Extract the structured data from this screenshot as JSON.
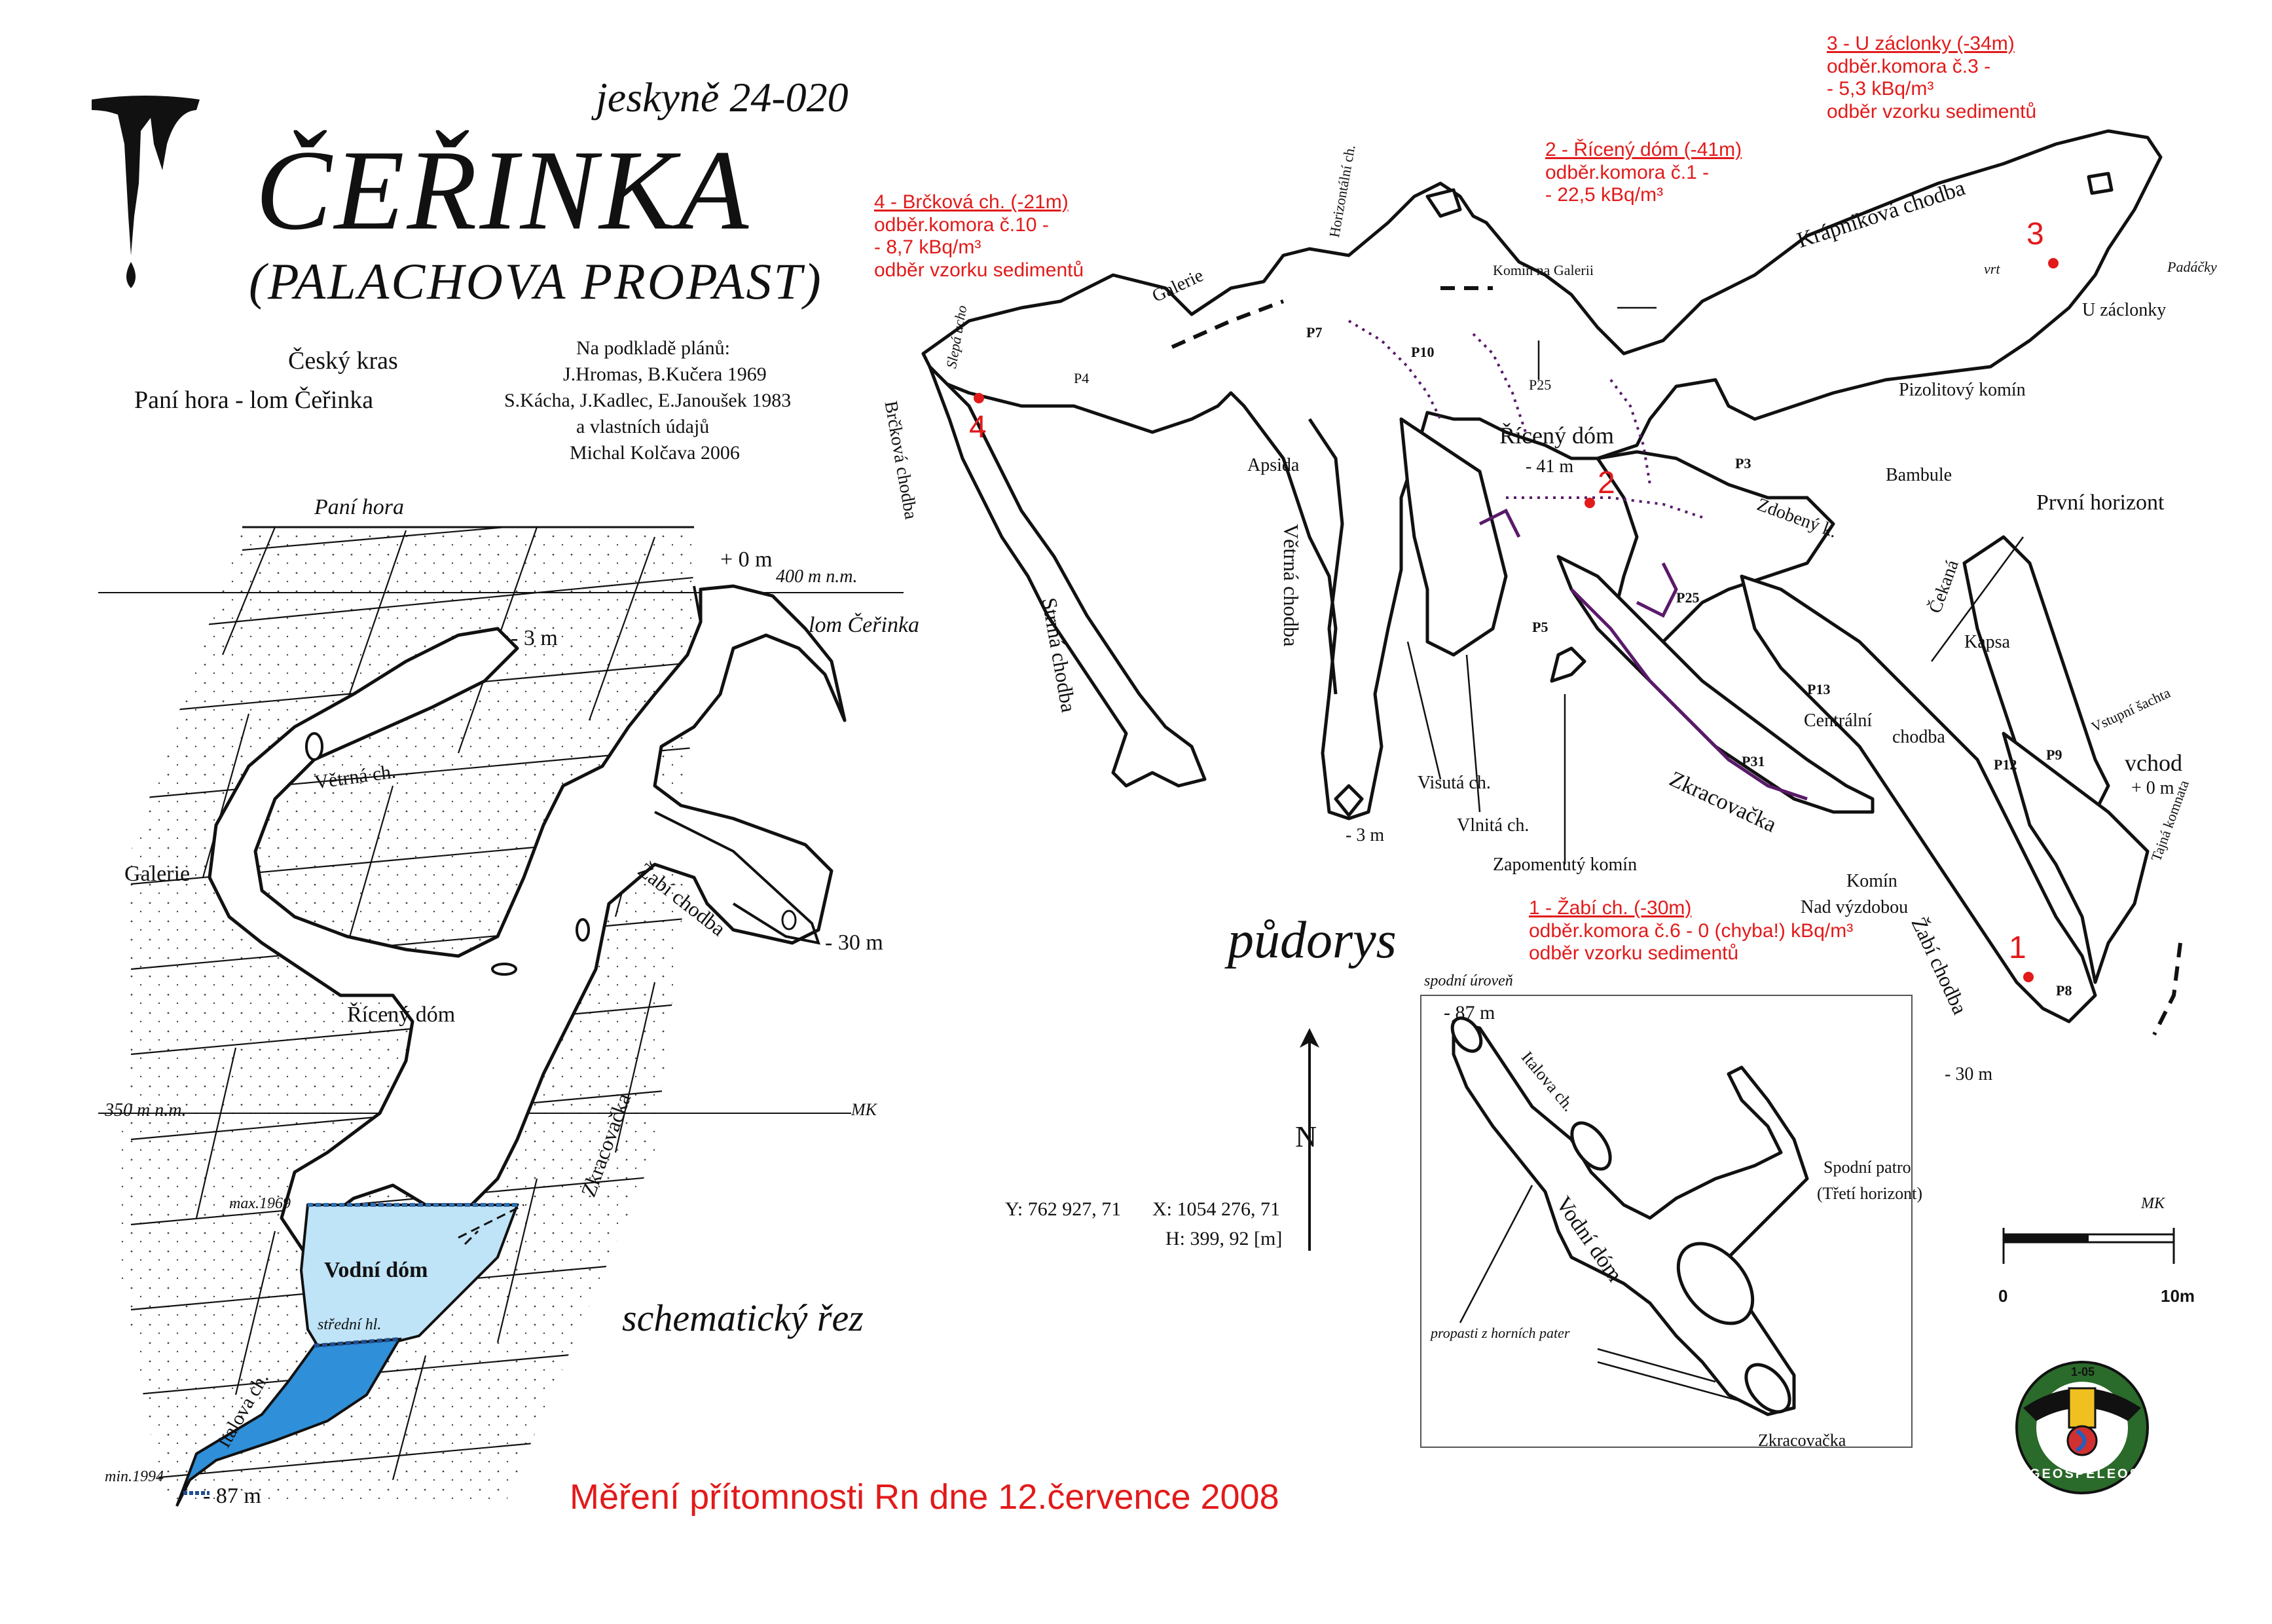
{
  "title": {
    "cave_code": "jeskyně 24-020",
    "name": "ČEŘINKA",
    "subtitle": "(PALACHOVA PROPAST)"
  },
  "region": {
    "line1": "Český kras",
    "line2": "Paní hora - lom Čeřinka"
  },
  "sources": {
    "line1": "Na podkladě plánů:",
    "line2": "J.Hromas, B.Kučera 1969",
    "line3": "S.Kácha, J.Kadlec, E.Janoušek 1983",
    "line4": "a vlastních údajů",
    "line5": "Michal Kolčava 2006"
  },
  "section": {
    "title": "schematický řez",
    "surface_name": "Paní hora",
    "quarry_name": "lom Čeřinka",
    "level_400": "400 m n.m.",
    "level_350": "350 m n.m.",
    "depth_0": "+ 0 m",
    "depth_3": "- 3 m",
    "depth_30": "- 30 m",
    "depth_87": "- 87 m",
    "vetrna": "Větrná ch.",
    "galerie": "Galerie",
    "riceny": "Řícený dóm",
    "zabi": "Žabí chodba",
    "zkracovacka": "Zkracovačka",
    "vodni": "Vodní dóm",
    "italova": "Italova ch.",
    "max": "max.1969",
    "stredni": "střední hl.",
    "min": "min.1994",
    "author_mark": "MK",
    "water_color_light": "#bfe3f7",
    "water_color_dark": "#2f8fd8"
  },
  "plan": {
    "title": "půdorys",
    "labels": {
      "slepa": "Slepá ucho",
      "p4": "P4",
      "galerie": "Galerie",
      "horizontalni": "Horizontální ch.",
      "p7": "P7",
      "p10": "P10",
      "komin_galerii": "Komín na Galerii",
      "p25a": "P25",
      "brckova": "Brčková chodba",
      "apsida": "Apsida",
      "strma": "Strmá chodba",
      "vetrna": "Větrná chodba",
      "riceny": "Řícený dóm",
      "riceny_depth": "- 41 m",
      "krapnikova": "Krápníková chodba",
      "vrt": "vrt",
      "padacky": "Padáčky",
      "u_zaclonky": "U záclonky",
      "pizolitovy": "Pizolitový komín",
      "bambule": "Bambule",
      "p3": "P3",
      "zdobeny": "Zdobený k.",
      "prvni": "První horizont",
      "cekana": "Čekaná",
      "kapsa": "Kapsa",
      "vstupni": "Vstupní šachta",
      "vchod": "vchod",
      "vchod_depth": "+ 0 m",
      "tajna": "Tajná komnata",
      "p5": "P5",
      "p25b": "P25",
      "p13": "P13",
      "centralni": "Centrální",
      "chodba": "chodba",
      "p9": "P9",
      "p12": "P12",
      "p31": "P31",
      "zkracovacka": "Zkracovačka",
      "visuta": "Visutá ch.",
      "vlnita": "Vlnitá ch.",
      "zapomenuty": "Zapomenutý komín",
      "minus3": "- 3 m",
      "komin_nad": "Komín",
      "nad_vyzdobou": "Nad výzdobou",
      "zabi": "Žabí chodba",
      "p8": "P8",
      "minus30": "- 30 m"
    },
    "coords": {
      "y": "Y: 762 927, 71",
      "x": "X: 1054 276, 71",
      "h": "H: 399, 92 [m]"
    },
    "north": "N",
    "scale_0": "0",
    "scale_10": "10m",
    "author_mark": "MK"
  },
  "inset": {
    "title": "spodní úroveň",
    "depth": "- 87 m",
    "italova": "Italova ch.",
    "vodni": "Vodní dóm",
    "spodni1": "Spodní patro",
    "spodni2": "(Třetí horizont)",
    "propasti": "propasti z horních pater",
    "zkracovacka": "Zkracovačka"
  },
  "measurements": [
    {
      "num": "1",
      "head": "1 - Žabí ch. (-30m)",
      "line1": "odběr.komora č.6 - 0 (chyba!) kBq/m³",
      "line2": "odběr vzorku sedimentů"
    },
    {
      "num": "2",
      "head": "2 - Řícený dóm (-41m)",
      "line1": "odběr.komora č.1 -",
      "line2": "- 22,5 kBq/m³"
    },
    {
      "num": "3",
      "head": "3 - U záclonky (-34m)",
      "line1": "odběr.komora č.3 -",
      "line2": "- 5,3 kBq/m³",
      "line3": "odběr vzorku sedimentů"
    },
    {
      "num": "4",
      "head": "4 - Brčková ch. (-21m)",
      "line1": "odběr.komora č.10 -",
      "line2": "- 8,7 kBq/m³",
      "line3": "odběr vzorku sedimentů"
    }
  ],
  "footer": "Měření přítomnosti Rn dne 12.července 2008",
  "logo": {
    "top": "1-05",
    "ring": "GEOSPELEOS"
  },
  "colors": {
    "measurement_red": "#e21a1a",
    "purple_trace": "#5a1a6a"
  }
}
